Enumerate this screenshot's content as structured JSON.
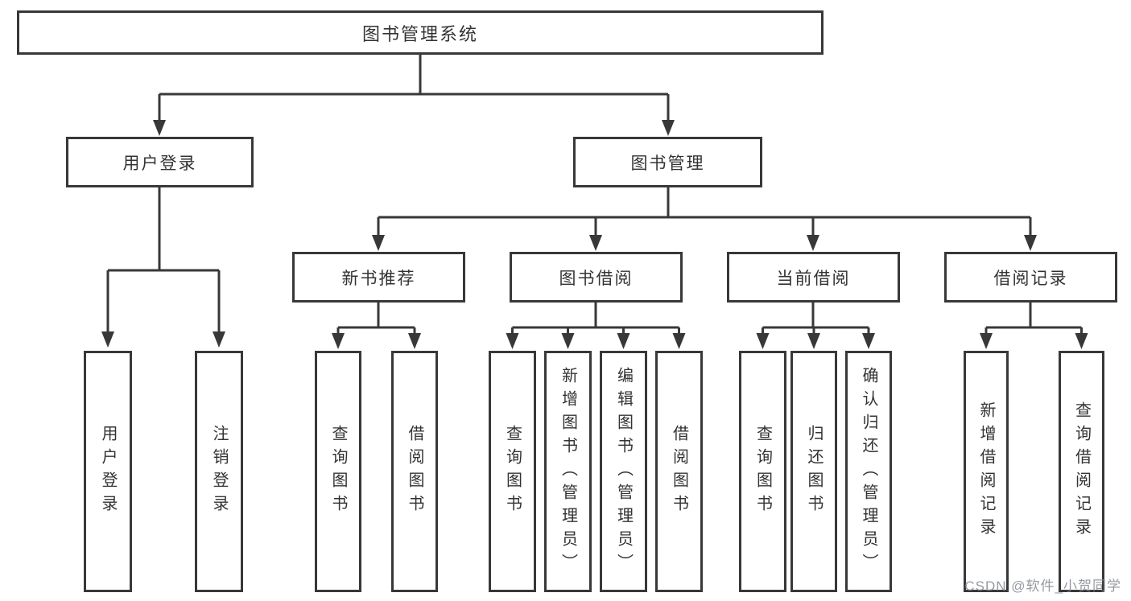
{
  "title": "图书管理系统",
  "nodes": {
    "root": "图书管理系统",
    "user_login": "用户登录",
    "book_mgmt": "图书管理",
    "new_book": "新书推荐",
    "book_borrow": "图书借阅",
    "current_borrow": "当前借阅",
    "borrow_record": "借阅记录",
    "leaf_user_login": "用户登录",
    "leaf_logout": "注销登录",
    "leaf_nb_query": "查询图书",
    "leaf_nb_borrow": "借阅图书",
    "leaf_bb_query": "查询图书",
    "leaf_bb_add": "新增图书（管理员）",
    "leaf_bb_edit": "编辑图书（管理员）",
    "leaf_bb_borrow": "借阅图书",
    "leaf_cb_query": "查询图书",
    "leaf_cb_return": "归还图书",
    "leaf_cb_confirm": "确认归还（管理员）",
    "leaf_br_add": "新增借阅记录",
    "leaf_br_query": "查询借阅记录"
  },
  "hierarchy": {
    "图书管理系统": {
      "用户登录": [
        "用户登录",
        "注销登录"
      ],
      "图书管理": {
        "新书推荐": [
          "查询图书",
          "借阅图书"
        ],
        "图书借阅": [
          "查询图书",
          "新增图书（管理员）",
          "编辑图书（管理员）",
          "借阅图书"
        ],
        "当前借阅": [
          "查询图书",
          "归还图书",
          "确认归还（管理员）"
        ],
        "借阅记录": [
          "新增借阅记录",
          "查询借阅记录"
        ]
      }
    }
  },
  "watermark": {
    "text": "CSDN @软件_小贺同学",
    "color": "#82889299"
  },
  "colors": {
    "line": "#383838",
    "box_border": "#383838",
    "box_fill": "#ffffff",
    "text": "#333333",
    "background": "#ffffff"
  }
}
